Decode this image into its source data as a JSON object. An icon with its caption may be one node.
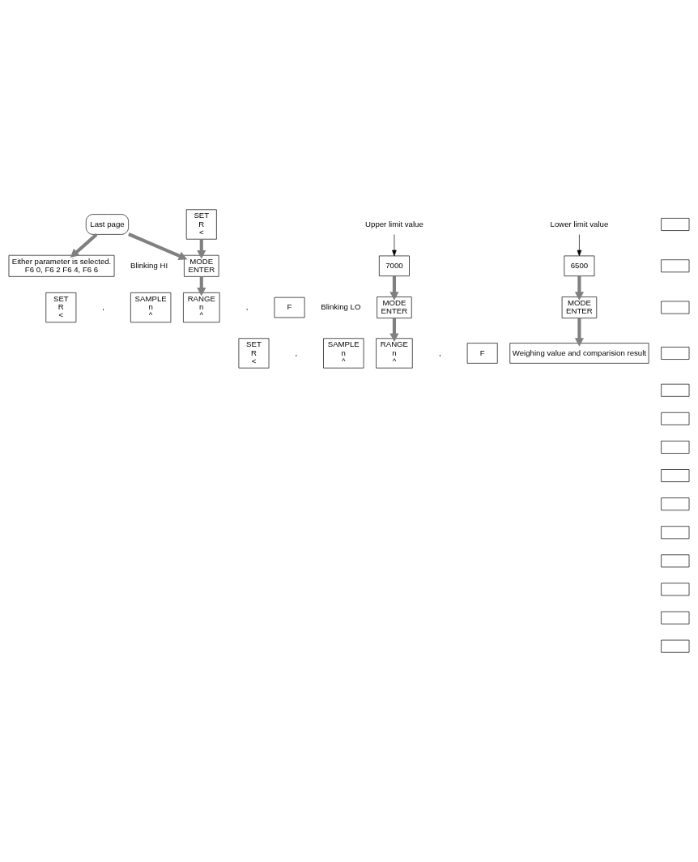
{
  "diagram": {
    "nodes": [
      {
        "text": [
          "Last page"
        ]
      },
      {
        "text": [
          "Either parameter is selected.",
          "F6 0, F6 2 F6 4, F6 6"
        ]
      },
      {
        "text": [
          "SET",
          "R",
          "<"
        ]
      },
      {
        "text": [
          "MODE",
          "ENTER"
        ],
        "beside": [
          "Blinking",
          "HI"
        ]
      },
      {
        "text": [
          "SET",
          "R",
          "<"
        ]
      },
      {
        "text": [
          "SAMPLE",
          "n",
          "^"
        ]
      },
      {
        "text": [
          "RANGE",
          "n",
          "^"
        ]
      },
      {
        "text": [
          "F"
        ]
      },
      {
        "text": [
          "7000"
        ]
      },
      {
        "text": [
          "Upper limit value"
        ]
      },
      {
        "text": [
          "MODE",
          "ENTER"
        ],
        "beside": [
          "Blinking",
          "LO"
        ]
      },
      {
        "text": [
          "SET",
          "R",
          "<"
        ]
      },
      {
        "text": [
          "SAMPLE",
          "n",
          "^"
        ]
      },
      {
        "text": [
          "RANGE",
          "n",
          "^"
        ]
      },
      {
        "text": [
          "F"
        ]
      },
      {
        "text": [
          "6500"
        ]
      },
      {
        "text": [
          "Lower limit value"
        ]
      },
      {
        "text": [
          "MODE",
          "ENTER"
        ]
      },
      {
        "text": [
          "Weighing value and comparision result"
        ]
      },
      {
        "text": [],
        "shape": "box"
      },
      {
        "text": [],
        "shape": "box"
      },
      {
        "text": [],
        "shape": "box"
      },
      {
        "text": [],
        "shape": "box"
      },
      {
        "text": [],
        "shape": "box"
      },
      {
        "text": [],
        "shape": "box"
      },
      {
        "text": [],
        "shape": "box"
      },
      {
        "text": [],
        "shape": "box"
      },
      {
        "text": [],
        "shape": "box"
      },
      {
        "text": [],
        "shape": "box"
      },
      {
        "text": [],
        "shape": "box"
      },
      {
        "text": [],
        "shape": "box"
      },
      {
        "text": [],
        "shape": "box"
      },
      {
        "text": [],
        "shape": "box"
      }
    ],
    "edges": [
      {
        "from": 0,
        "to": 1,
        "arrow": "to"
      },
      {
        "from": 0,
        "to": 3,
        "arrow": "to"
      },
      {
        "from": 2,
        "to": 3,
        "arrow": "to"
      },
      {
        "from": 3,
        "to": 6,
        "arrow": "to"
      },
      {
        "from": 9,
        "to": 8,
        "arrow": "to",
        "color": "#000000"
      },
      {
        "from": 8,
        "to": 10,
        "arrow": "to"
      },
      {
        "from": 10,
        "to": 13,
        "arrow": "to"
      },
      {
        "from": 16,
        "to": 15,
        "arrow": "to",
        "color": "#000000"
      },
      {
        "from": 15,
        "to": 17,
        "arrow": "to"
      },
      {
        "from": 17,
        "to": 18,
        "arrow": "to"
      }
    ],
    "labels": [
      ",",
      ",",
      ",",
      ","
    ]
  }
}
